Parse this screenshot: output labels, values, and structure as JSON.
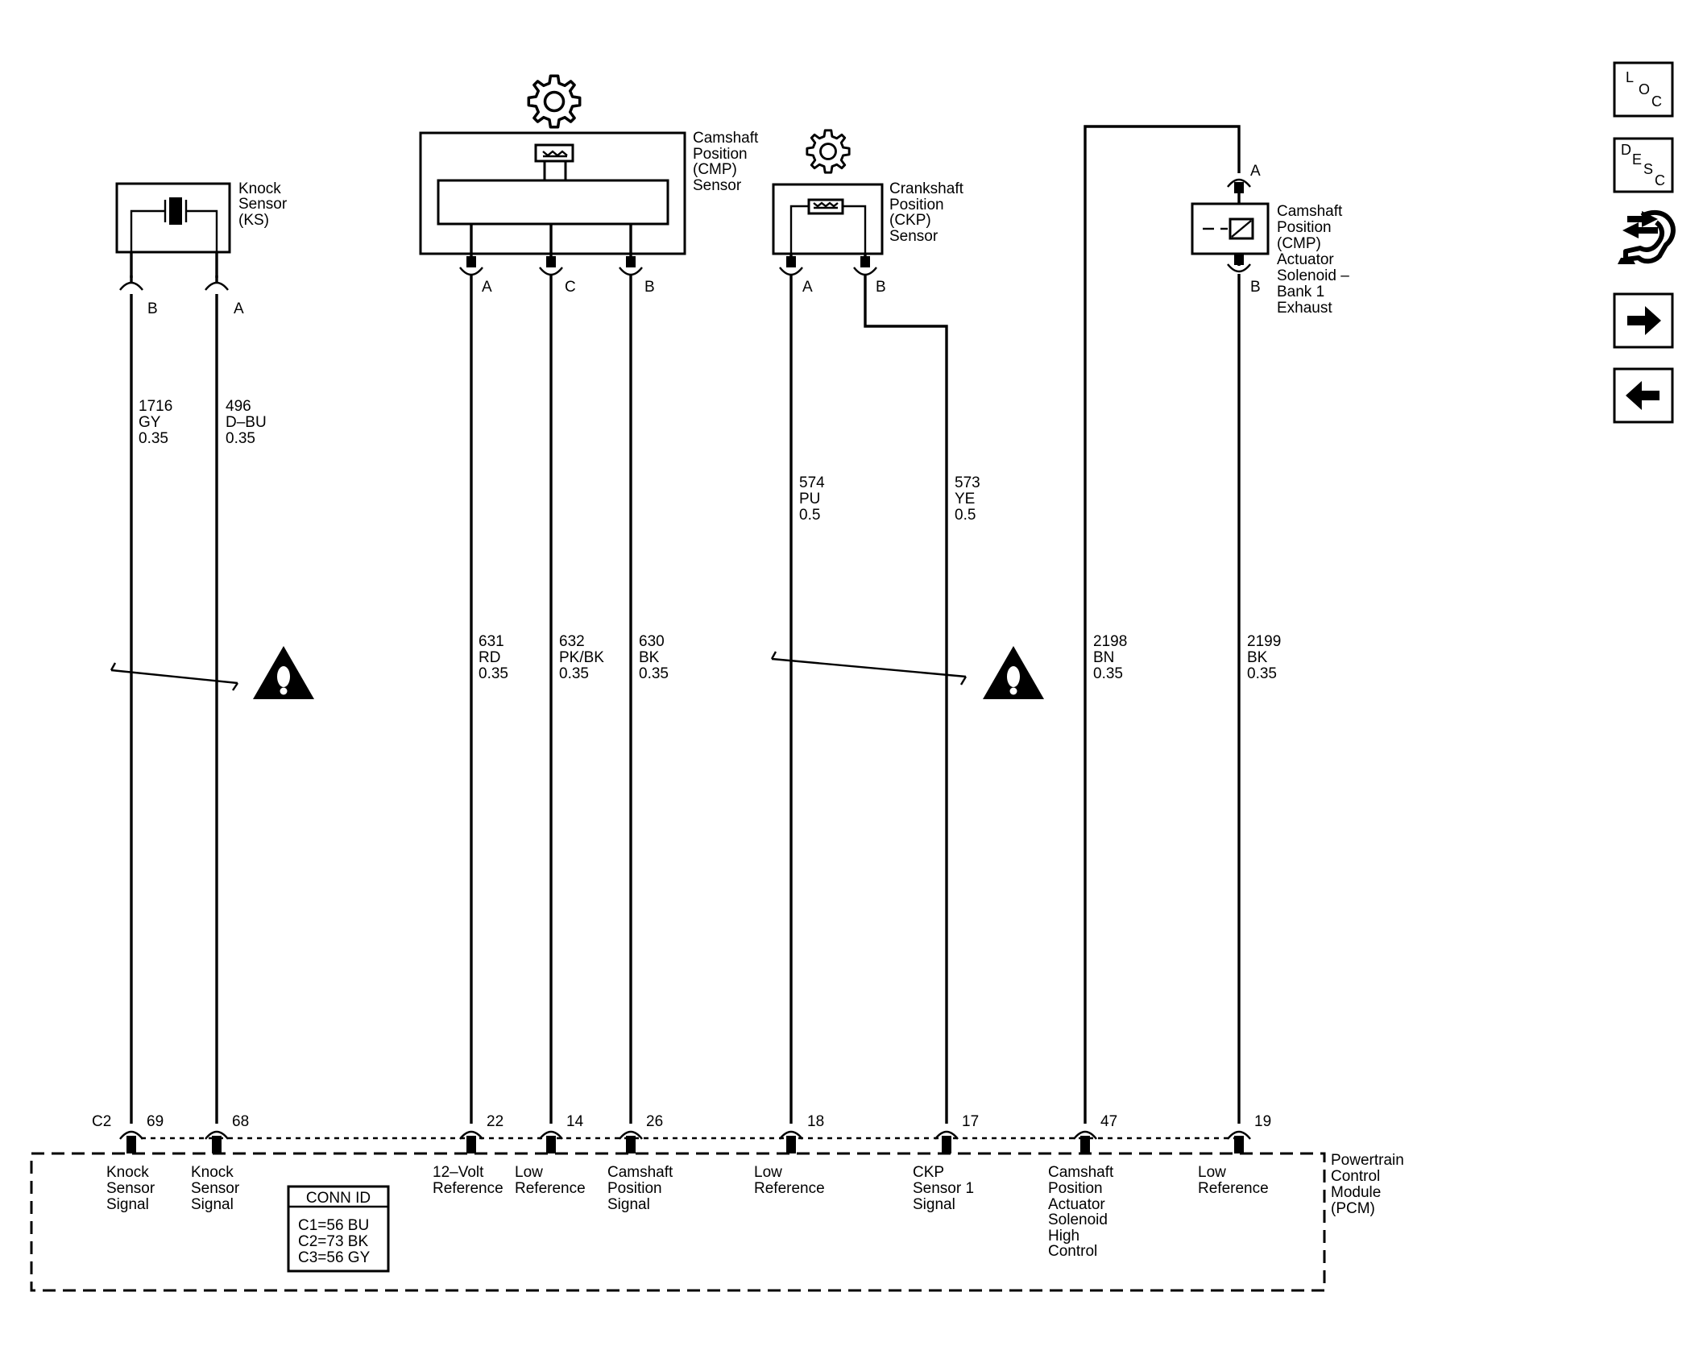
{
  "components": {
    "knock_sensor": {
      "label": [
        "Knock",
        "Sensor",
        "(KS)"
      ],
      "pins": [
        "B",
        "A"
      ]
    },
    "cmp_sensor": {
      "label": [
        "Camshaft",
        "Position",
        "(CMP)",
        "Sensor"
      ],
      "pins": [
        "A",
        "C",
        "B"
      ]
    },
    "ckp_sensor": {
      "label": [
        "Crankshaft",
        "Position",
        "(CKP)",
        "Sensor"
      ],
      "pins": [
        "A",
        "B"
      ]
    },
    "cmp_actuator": {
      "label": [
        "Camshaft",
        "Position",
        "(CMP)",
        "Actuator",
        "Solenoid –",
        "Bank 1",
        "Exhaust"
      ],
      "pins": [
        "A",
        "B"
      ]
    },
    "pcm": {
      "label": [
        "Powertrain",
        "Control",
        "Module",
        "(PCM)"
      ],
      "connector": "C2"
    }
  },
  "wires": [
    {
      "circuit": [
        "1716",
        "GY",
        "0.35"
      ],
      "pcm_pin": "69",
      "function": [
        "Knock",
        "Sensor",
        "Signal"
      ]
    },
    {
      "circuit": [
        "496",
        "D–BU",
        "0.35"
      ],
      "pcm_pin": "68",
      "function": [
        "Knock",
        "Sensor",
        "Signal"
      ]
    },
    {
      "circuit": [
        "631",
        "RD",
        "0.35"
      ],
      "pcm_pin": "22",
      "function": [
        "12–Volt",
        "Reference"
      ]
    },
    {
      "circuit": [
        "632",
        "PK/BK",
        "0.35"
      ],
      "pcm_pin": "14",
      "function": [
        "Low",
        "Reference"
      ]
    },
    {
      "circuit": [
        "630",
        "BK",
        "0.35"
      ],
      "pcm_pin": "26",
      "function": [
        "Camshaft",
        "Position",
        "Signal"
      ]
    },
    {
      "circuit": [
        "574",
        "PU",
        "0.5"
      ],
      "pcm_pin": "18",
      "function": [
        "Low",
        "Reference"
      ]
    },
    {
      "circuit": [
        "573",
        "YE",
        "0.5"
      ],
      "pcm_pin": "17",
      "function": [
        "CKP",
        "Sensor 1",
        "Signal"
      ]
    },
    {
      "circuit": [
        "2198",
        "BN",
        "0.35"
      ],
      "pcm_pin": "47",
      "function": [
        "Camshaft",
        "Position",
        "Actuator",
        "Solenoid",
        "High",
        "Control"
      ]
    },
    {
      "circuit": [
        "2199",
        "BK",
        "0.35"
      ],
      "pcm_pin": "19",
      "function": [
        "Low",
        "Reference"
      ]
    }
  ],
  "conn_id": {
    "title": "CONN ID",
    "rows": [
      "C1=56 BU",
      "C2=73 BK",
      "C3=56 GY"
    ]
  },
  "nav": {
    "loc": [
      "L",
      "O",
      "C"
    ],
    "desc": [
      "D",
      "E",
      "S",
      "C"
    ],
    "buttons": [
      "loc-button",
      "desc-button",
      "connector-end-view-button",
      "next-page-button",
      "previous-page-button"
    ]
  }
}
